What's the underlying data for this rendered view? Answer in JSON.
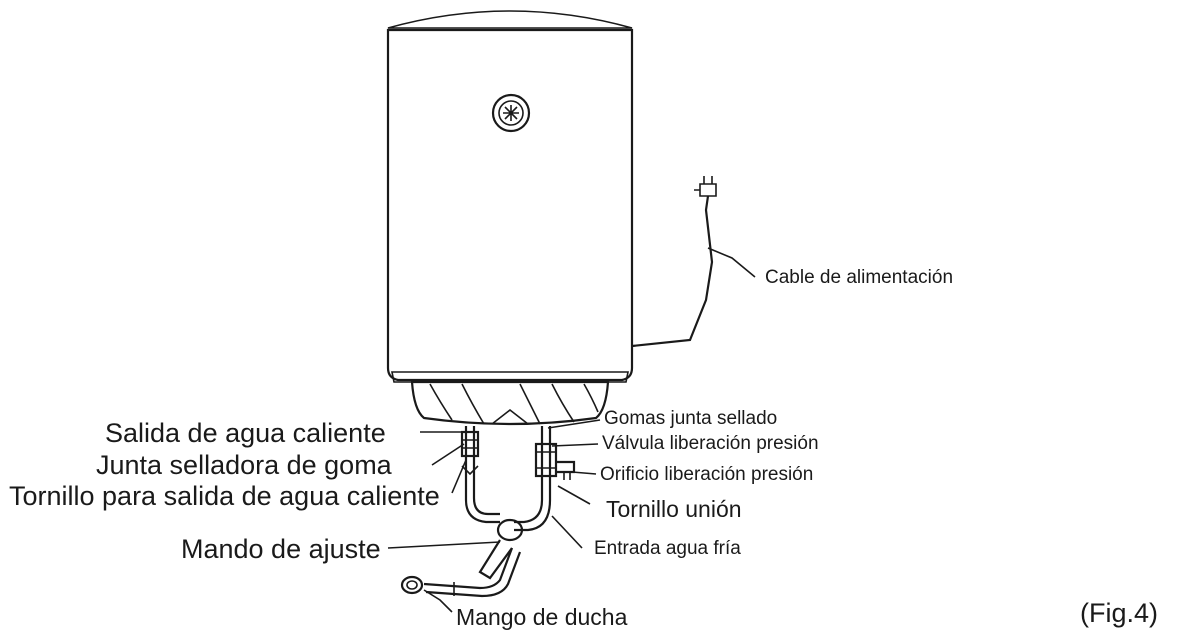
{
  "labels": {
    "power_cable": "Cable de alimentación",
    "seal_rubbers": "Gomas junta sellado",
    "pressure_valve": "Válvula liberación presión",
    "pressure_hole": "Orificio liberación presión",
    "union_screw": "Tornillo unión",
    "cold_water_inlet": "Entrada agua fría",
    "hot_water_outlet": "Salida de agua caliente",
    "rubber_seal": "Junta selladora de goma",
    "hot_outlet_screw": "Tornillo para salida de agua caliente",
    "adjust_knob": "Mando de ajuste",
    "shower_handle": "Mango de ducha"
  },
  "figure_caption": "(Fig.4)",
  "colors": {
    "line": "#1a1a1a",
    "tank_band": "#e6e6e6",
    "background": "#ffffff"
  }
}
